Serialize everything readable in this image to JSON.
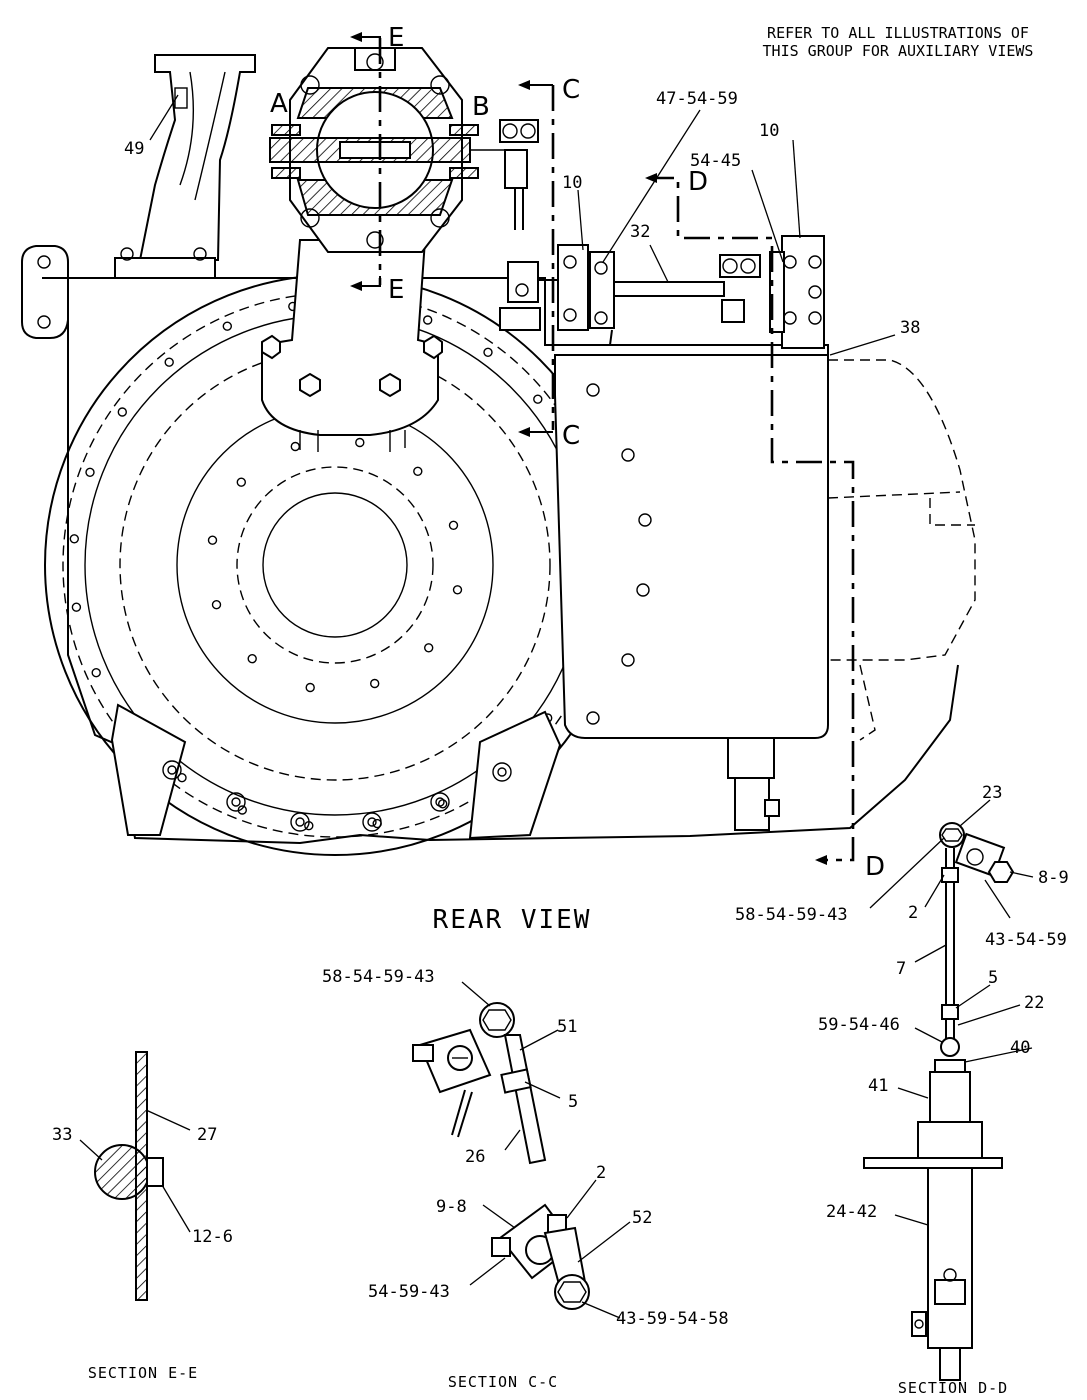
{
  "note": {
    "line1": "REFER TO ALL ILLUSTRATIONS OF",
    "line2": "THIS GROUP FOR AUXILIARY VIEWS"
  },
  "views": {
    "rear": "REAR VIEW",
    "section_ee": "SECTION E-E",
    "section_cc": "SECTION C-C",
    "section_dd": "SECTION D-D"
  },
  "section_letters": {
    "a": "A",
    "b": "B",
    "c_top": "C",
    "c_bottom": "C",
    "d_top": "D",
    "d_bottom": "D",
    "e_top": "E",
    "e_bottom": "E"
  },
  "callouts": {
    "rear": {
      "c49": "49",
      "c47_54_59": "47-54-59",
      "c10_left": "10",
      "c10_right": "10",
      "c54_45": "54-45",
      "c32": "32",
      "c38": "38"
    },
    "dd_upper": {
      "c23": "23",
      "c8_9": "8-9",
      "c58_54_59_43": "58-54-59-43",
      "c2": "2",
      "c43_54_59": "43-54-59",
      "c7": "7",
      "c5": "5",
      "c22": "22",
      "c59_54_46": "59-54-46",
      "c40": "40",
      "c41": "41",
      "c24_42": "24-42"
    },
    "cc_upper": {
      "c58_54_59_43": "58-54-59-43",
      "c51": "51",
      "c5": "5",
      "c26": "26"
    },
    "cc_lower": {
      "c2": "2",
      "c9_8": "9-8",
      "c52": "52",
      "c54_59_43": "54-59-43",
      "c43_59_54_58": "43-59-54-58"
    },
    "ee": {
      "c33": "33",
      "c27": "27",
      "c12_6": "12-6"
    }
  }
}
